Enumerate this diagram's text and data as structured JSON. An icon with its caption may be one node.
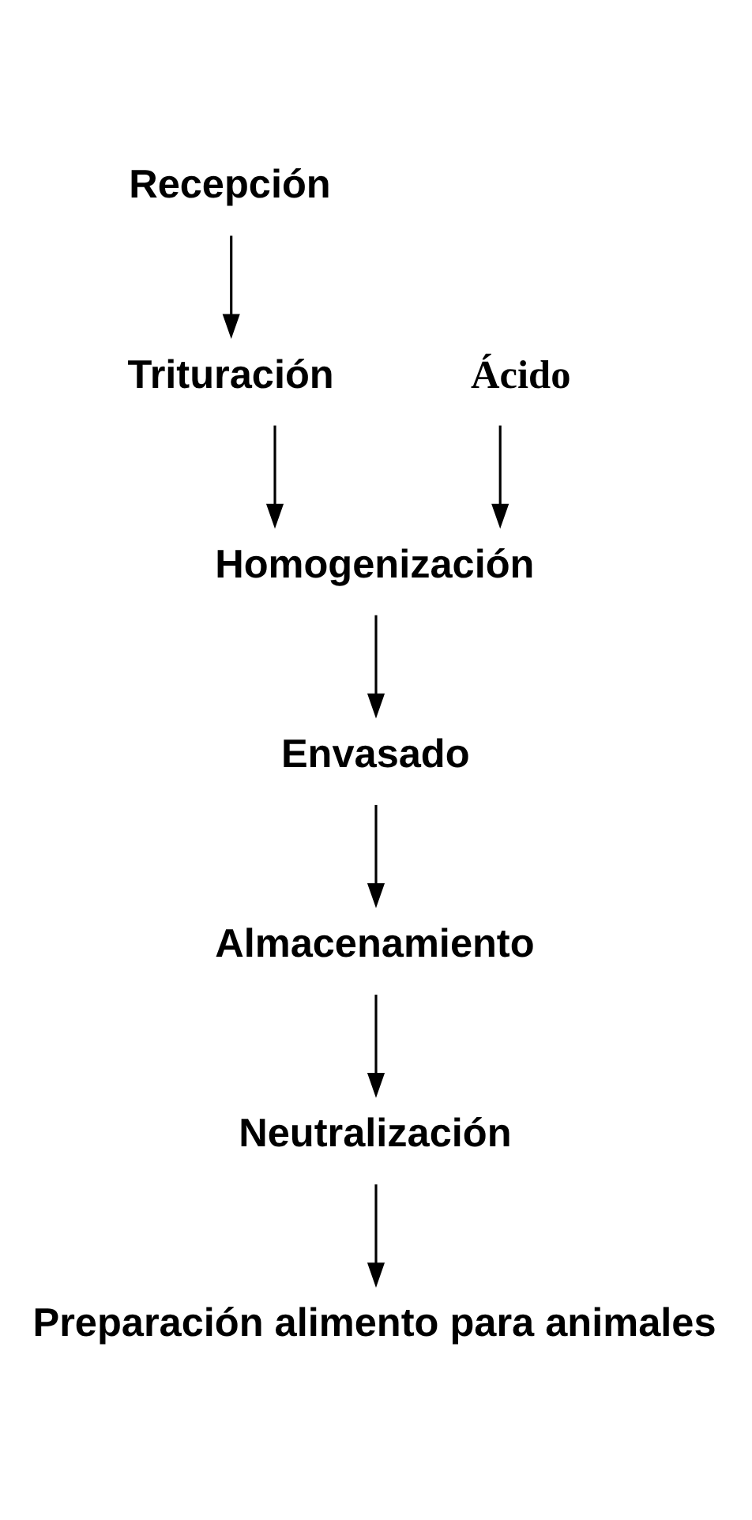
{
  "diagram": {
    "nodes": [
      {
        "text": [
          "Recepción"
        ]
      },
      {
        "text": [
          "Trituración"
        ]
      },
      {
        "text": [
          "Ácido"
        ]
      },
      {
        "text": [
          "Homogenización"
        ]
      },
      {
        "text": [
          "Envasado"
        ]
      },
      {
        "text": [
          "Almacenamiento"
        ]
      },
      {
        "text": [
          "Neutralización"
        ]
      },
      {
        "text": [
          "Preparación alimento para animales"
        ]
      }
    ],
    "edges": [
      {
        "from": 0,
        "to": 1,
        "arrow": "to"
      },
      {
        "from": 1,
        "to": 3,
        "arrow": "to"
      },
      {
        "from": 2,
        "to": 3,
        "arrow": "to"
      },
      {
        "from": 3,
        "to": 4,
        "arrow": "to"
      },
      {
        "from": 4,
        "to": 5,
        "arrow": "to"
      },
      {
        "from": 5,
        "to": 6,
        "arrow": "to"
      },
      {
        "from": 6,
        "to": 7,
        "arrow": "to"
      }
    ]
  }
}
